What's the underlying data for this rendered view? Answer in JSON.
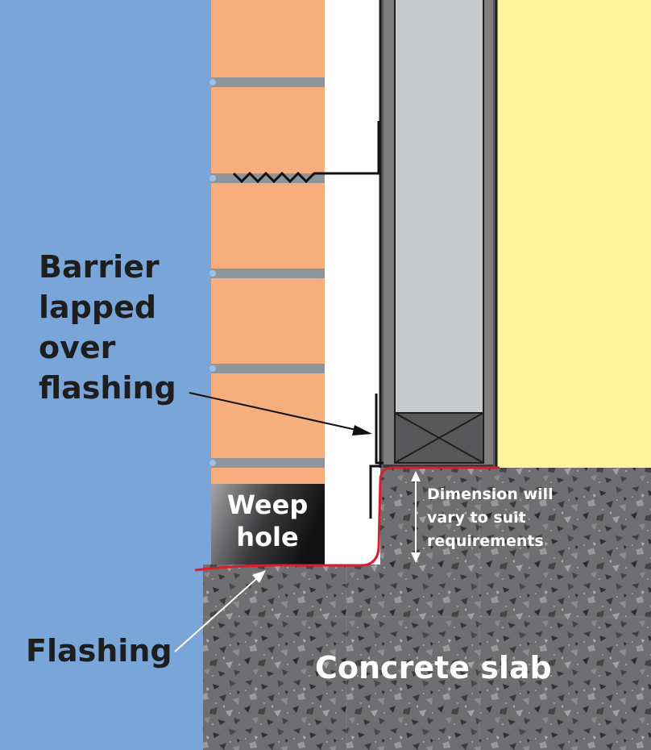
{
  "labels": {
    "barrier_line1": "Barrier",
    "barrier_line2": "lapped",
    "barrier_line3": "over",
    "barrier_line4": "flashing",
    "flashing": "Flashing",
    "weep_line1": "Weep",
    "weep_line2": "hole",
    "dimension_line1": "Dimension will",
    "dimension_line2": "vary to suit",
    "dimension_line3": "requirements",
    "concrete_slab": "Concrete slab"
  },
  "colors": {
    "background": "#7aa5d8",
    "brick": "#f6ae7d",
    "mortar": "#8d949c",
    "cavity": "#ffffff",
    "stud": "#c8c9cb",
    "frame": "#5a5a5c",
    "interior": "#fef49c",
    "concrete": "#6f6f71",
    "flashing": "#d81e2c",
    "text_dark": "#1e1e1e",
    "text_light": "#ffffff"
  }
}
